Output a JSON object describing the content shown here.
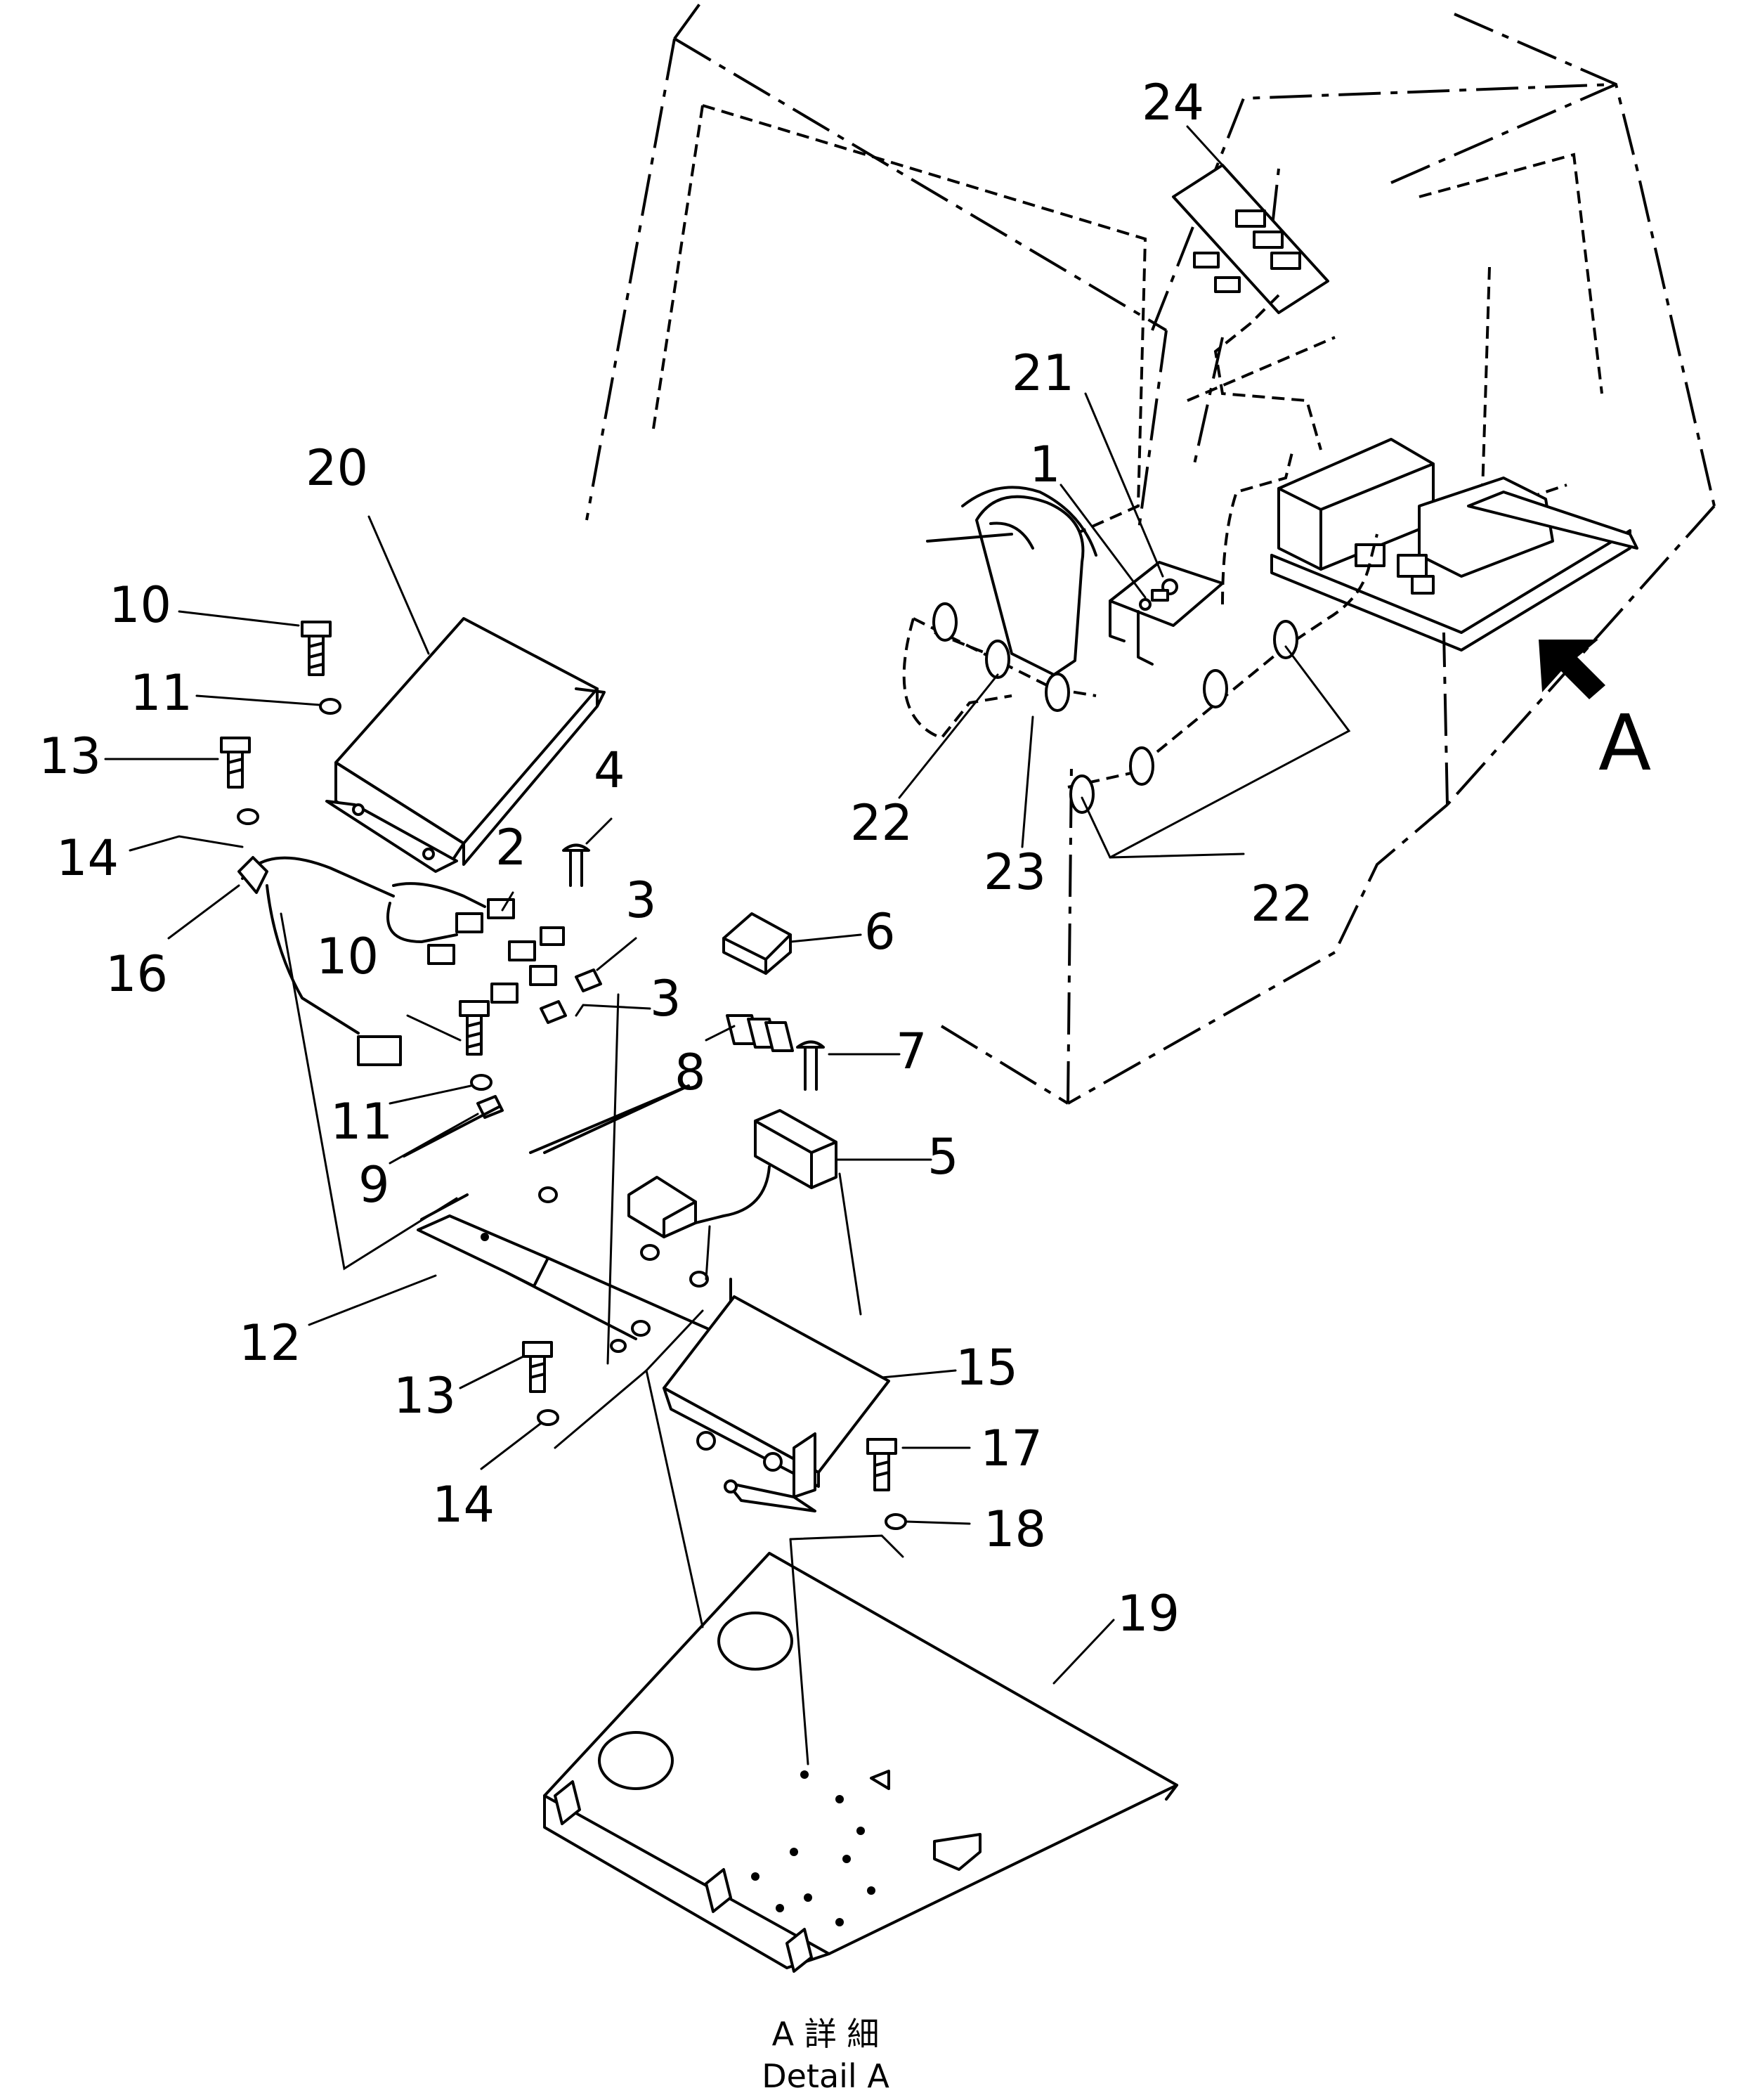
{
  "callouts": {
    "c24": "24",
    "c21": "21",
    "c1": "1",
    "c20": "20",
    "c10a": "10",
    "c11a": "11",
    "c13a": "13",
    "c14a": "14",
    "c16": "16",
    "c4": "4",
    "c2": "2",
    "c3a": "3",
    "c3b": "3",
    "c10b": "10",
    "c6": "6",
    "c8": "8",
    "c7": "7",
    "c11b": "11",
    "c9": "9",
    "c5": "5",
    "c22a": "22",
    "c23": "23",
    "c22b": "22",
    "c12": "12",
    "c13b": "13",
    "c14b": "14",
    "c15": "15",
    "c17": "17",
    "c18": "18",
    "c19": "19"
  },
  "view_marker": "A",
  "caption": {
    "japanese": "A 詳 細",
    "english": "Detail A"
  }
}
